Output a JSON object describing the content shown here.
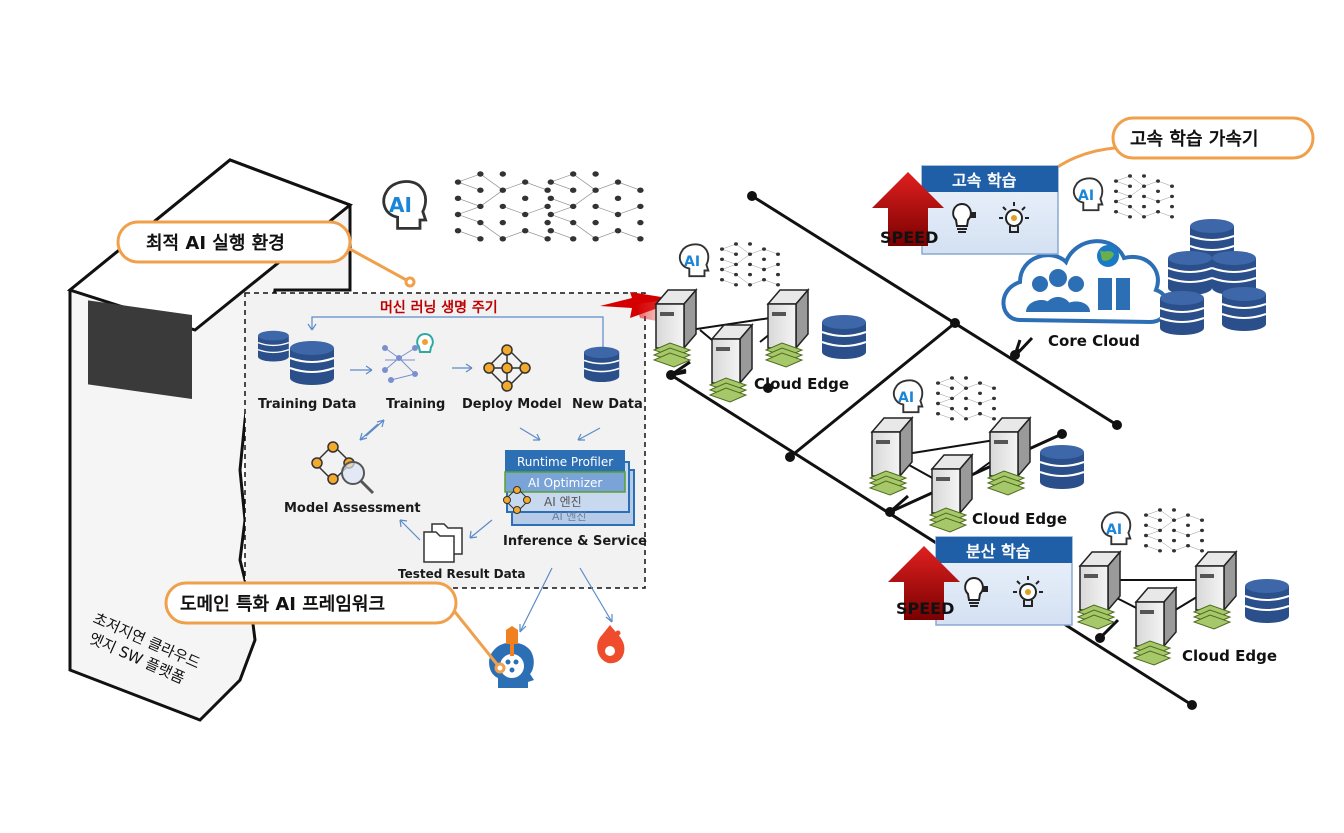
{
  "callouts": {
    "optimal_env": "최적 AI 실행 환경",
    "domain_framework": "도메인 특화 AI 프레임워크",
    "fast_accelerator": "고속 학습 가속기"
  },
  "platform": {
    "line1": "초저지연 클라우드",
    "line2": "엣지 SW 플랫폼"
  },
  "lifecycle": {
    "title": "머신 러닝 생명 주기",
    "training_data": "Training  Data",
    "training": "Training",
    "deploy_model": "Deploy Model",
    "new_data": "New Data",
    "model_assessment": "Model Assessment",
    "tested_result": "Tested Result Data",
    "inference": "Inference & Service",
    "runtime_profiler": "Runtime Profiler",
    "ai_optimizer": "AI Optimizer",
    "ai_engine": "AI 엔진",
    "ai_engine_back": "AI 엔진"
  },
  "ai_badge": "AI",
  "nodes": {
    "cloud_edge_1": "Cloud Edge",
    "cloud_edge_2": "Cloud Edge",
    "cloud_edge_3": "Cloud Edge",
    "core_cloud": "Core Cloud"
  },
  "panels": {
    "fast_training": "고속 학습",
    "distributed_training": "분산 학습",
    "speed1": "SPEED",
    "speed2": "SPEED"
  },
  "colors": {
    "callout_border": "#f0a04b",
    "title_red": "#c00000",
    "panel_blue": "#1f5fa8",
    "db_blue": "#2b4f8a",
    "stack_green": "#8ab04a"
  }
}
